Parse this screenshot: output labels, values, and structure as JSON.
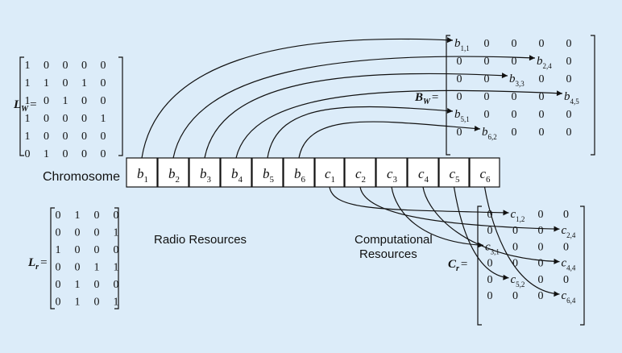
{
  "colors": {
    "background": "#dcecf9",
    "ink": "#111111",
    "cell_fill": "#ffffff"
  },
  "labels": {
    "chromosome": "Chromosome",
    "radio_resources": "Radio Resources",
    "computational_resources_line1": "Computational",
    "computational_resources_line2": "Resources"
  },
  "lw": {
    "symbol": "L",
    "sub": "W",
    "rows": [
      [
        "1",
        "0",
        "0",
        "0",
        "0"
      ],
      [
        "1",
        "1",
        "0",
        "1",
        "0"
      ],
      [
        "1",
        "0",
        "1",
        "0",
        "0"
      ],
      [
        "1",
        "0",
        "0",
        "0",
        "1"
      ],
      [
        "1",
        "0",
        "0",
        "0",
        "0"
      ],
      [
        "0",
        "1",
        "0",
        "0",
        "0"
      ]
    ]
  },
  "lr": {
    "symbol": "L",
    "sub": "r",
    "rows": [
      [
        "0",
        "1",
        "0",
        "0"
      ],
      [
        "0",
        "0",
        "0",
        "1"
      ],
      [
        "1",
        "0",
        "0",
        "0"
      ],
      [
        "0",
        "0",
        "1",
        "1"
      ],
      [
        "0",
        "1",
        "0",
        "0"
      ],
      [
        "0",
        "1",
        "0",
        "1"
      ]
    ]
  },
  "bw": {
    "symbol": "B",
    "sub": "W",
    "rows": [
      [
        {
          "v": "b",
          "s": "1,1"
        },
        "0",
        "0",
        "0",
        "0"
      ],
      [
        "0",
        "0",
        "0",
        {
          "v": "b",
          "s": "2,4"
        },
        "0"
      ],
      [
        "0",
        "0",
        {
          "v": "b",
          "s": "3,3"
        },
        "0",
        "0"
      ],
      [
        "0",
        "0",
        "0",
        "0",
        {
          "v": "b",
          "s": "4,5"
        }
      ],
      [
        {
          "v": "b",
          "s": "5,1"
        },
        "0",
        "0",
        "0",
        "0"
      ],
      [
        "0",
        {
          "v": "b",
          "s": "6,2"
        },
        "0",
        "0",
        "0"
      ]
    ]
  },
  "cr": {
    "symbol": "C",
    "sub": "r",
    "rows": [
      [
        "0",
        {
          "v": "c",
          "s": "1,2"
        },
        "0",
        "0"
      ],
      [
        "0",
        "0",
        "0",
        {
          "v": "c",
          "s": "2,4"
        }
      ],
      [
        {
          "v": "c",
          "s": "3,1"
        },
        "0",
        "0",
        "0"
      ],
      [
        "0",
        "0",
        "0",
        {
          "v": "c",
          "s": "4,4"
        }
      ],
      [
        "0",
        {
          "v": "c",
          "s": "5,2"
        },
        "0",
        "0"
      ],
      [
        "0",
        "0",
        "0",
        {
          "v": "c",
          "s": "6,4"
        }
      ]
    ]
  },
  "genes": [
    {
      "v": "b",
      "s": "1"
    },
    {
      "v": "b",
      "s": "2"
    },
    {
      "v": "b",
      "s": "3"
    },
    {
      "v": "b",
      "s": "4"
    },
    {
      "v": "b",
      "s": "5"
    },
    {
      "v": "b",
      "s": "6"
    },
    {
      "v": "c",
      "s": "1"
    },
    {
      "v": "c",
      "s": "2"
    },
    {
      "v": "c",
      "s": "3"
    },
    {
      "v": "c",
      "s": "4"
    },
    {
      "v": "c",
      "s": "5"
    },
    {
      "v": "c",
      "s": "6"
    }
  ],
  "links": {
    "b": [
      {
        "gene": 0,
        "row": 0,
        "col": 0
      },
      {
        "gene": 1,
        "row": 1,
        "col": 3
      },
      {
        "gene": 2,
        "row": 2,
        "col": 2
      },
      {
        "gene": 3,
        "row": 3,
        "col": 4
      },
      {
        "gene": 4,
        "row": 4,
        "col": 0
      },
      {
        "gene": 5,
        "row": 5,
        "col": 1
      }
    ],
    "c": [
      {
        "gene": 6,
        "row": 0,
        "col": 1
      },
      {
        "gene": 7,
        "row": 1,
        "col": 3
      },
      {
        "gene": 8,
        "row": 2,
        "col": 0
      },
      {
        "gene": 9,
        "row": 3,
        "col": 3
      },
      {
        "gene": 10,
        "row": 4,
        "col": 1
      },
      {
        "gene": 11,
        "row": 5,
        "col": 3
      }
    ]
  }
}
